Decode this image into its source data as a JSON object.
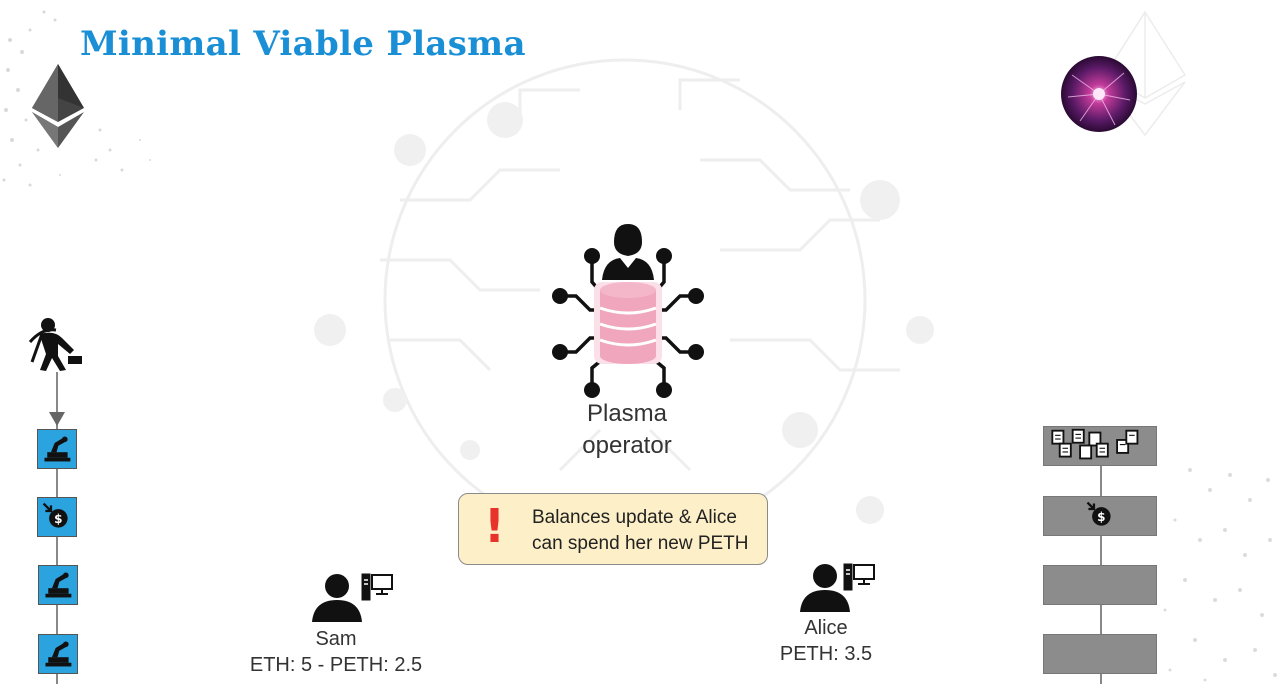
{
  "slide": {
    "title": "Minimal Viable Plasma"
  },
  "operator": {
    "label": "Plasma operator"
  },
  "callout": {
    "line1": "Balances update & Alice",
    "line2": "can spend her new PETH"
  },
  "users": [
    {
      "name": "Sam",
      "balance": "ETH: 5 - PETH: 2.5"
    },
    {
      "name": "Alice",
      "balance": "PETH: 3.5"
    }
  ],
  "colors": {
    "title": "#1a8fd6",
    "main_chain_block": "#2aa3df",
    "plasma_chain_block": "#8c8c8c",
    "database": "#f0a6bd",
    "callout_fill": "#fdf0c8",
    "alert": "#e8332a"
  },
  "icons": {
    "top_left": "ethereum-logo-icon",
    "top_right": "plasma-ball-icon",
    "miner": "miner-icon",
    "operator": "plasma-operator-icon",
    "user": "user-computer-icon"
  }
}
